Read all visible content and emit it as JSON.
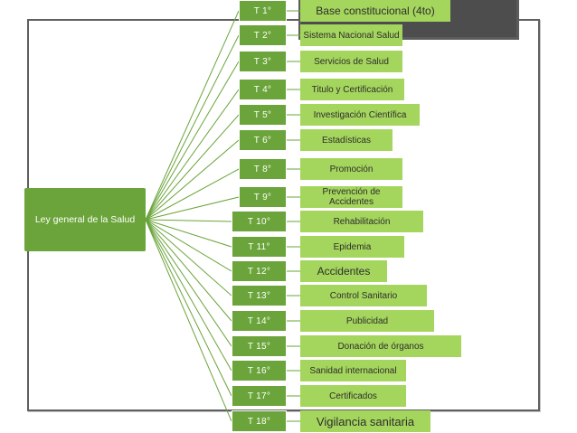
{
  "diagram": {
    "root": {
      "label": "Ley general de la Salud"
    },
    "items": [
      {
        "id": "T 1°",
        "desc": "Base constitucional (4to)"
      },
      {
        "id": "T 2°",
        "desc": "Sistema Nacional Salud"
      },
      {
        "id": "T 3°",
        "desc": "Servicios de Salud"
      },
      {
        "id": "T 4°",
        "desc": "Titulo y Certificación"
      },
      {
        "id": "T 5°",
        "desc": "Investigación Científica"
      },
      {
        "id": "T 6°",
        "desc": "Estadísticas"
      },
      {
        "id": "T 8°",
        "desc": "Promoción"
      },
      {
        "id": "T 9°",
        "desc": "Prevención de Accidentes"
      },
      {
        "id": "T 10°",
        "desc": "Rehabilitación"
      },
      {
        "id": "T 11°",
        "desc": "Epidemia"
      },
      {
        "id": "T 12°",
        "desc": "Accidentes"
      },
      {
        "id": "T 13°",
        "desc": "Control Sanitario"
      },
      {
        "id": "T 14°",
        "desc": "Publicidad"
      },
      {
        "id": "T 15°",
        "desc": "Donación de órganos"
      },
      {
        "id": "T 16°",
        "desc": "Sanidad internacional"
      },
      {
        "id": "T 17°",
        "desc": "Certificados"
      },
      {
        "id": "T 18°",
        "desc": "Vigilancia sanitaria"
      }
    ]
  },
  "colors": {
    "node_dark": "#6aa43a",
    "node_light": "#a4d55c",
    "connector": "#6aa43a",
    "frame": "#5f5f5f"
  }
}
